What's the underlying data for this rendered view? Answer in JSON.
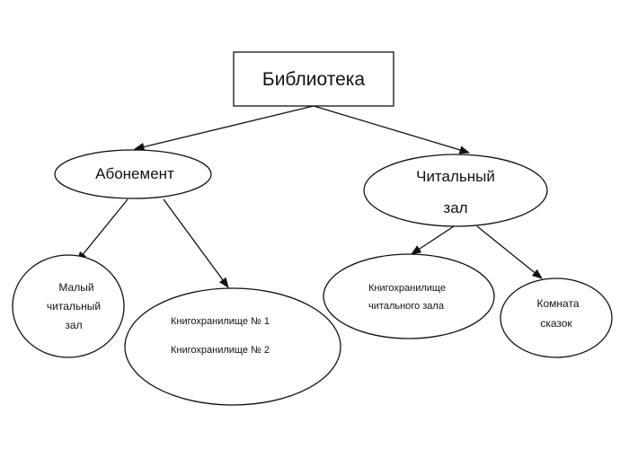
{
  "diagram": {
    "root": {
      "label": "Библиотека"
    },
    "abonement": {
      "label": "Абонемент"
    },
    "reading_room": {
      "lines": [
        "Читальный",
        "зал"
      ]
    },
    "small_reading_room": {
      "lines": [
        "Малый",
        "читальный",
        "зал"
      ]
    },
    "storage_abonement": {
      "lines": [
        "Книгохранилище № 1",
        "Книгохранилище № 2"
      ]
    },
    "storage_reading": {
      "lines": [
        "Книгохранилище",
        "читального зала"
      ]
    },
    "fairy_tale_room": {
      "lines": [
        "Комната",
        "сказок"
      ]
    }
  }
}
